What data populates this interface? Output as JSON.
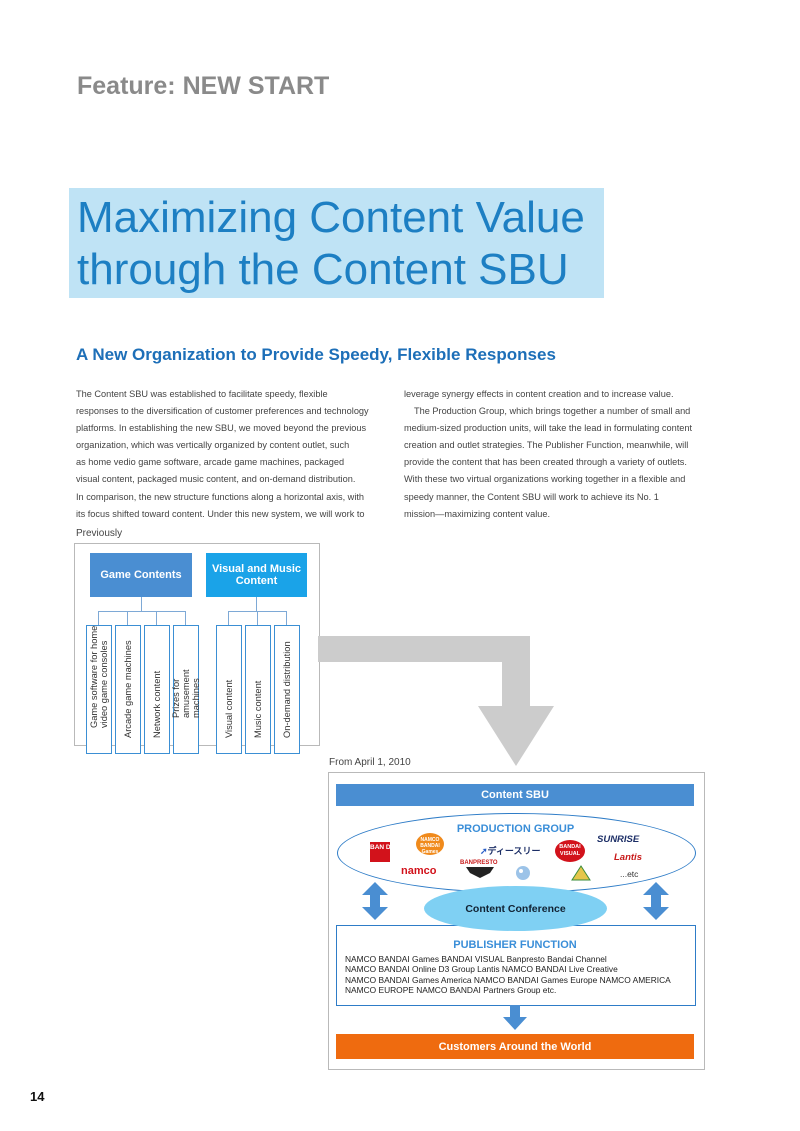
{
  "header": {
    "feature": "Feature: NEW START",
    "title_line1": "Maximizing Content Value",
    "title_line2": "through the Content SBU"
  },
  "section": {
    "subheading": "A New Organization to Provide Speedy, Flexible Responses"
  },
  "body": {
    "col1": [
      "The Content SBU was established to facilitate speedy, flexible",
      "responses to the diversification of customer preferences and technology",
      "platforms. In establishing the new SBU, we moved beyond the previous",
      "organization, which was vertically organized by content outlet, such",
      "as home vedio game software, arcade game machines, packaged",
      "visual content, packaged music content, and on-demand distribution.",
      "In comparison, the new structure functions along a horizontal axis, with",
      "its focus shifted toward content. Under this new system, we will work to"
    ],
    "col2": [
      "leverage synergy effects in content creation and to increase value.",
      "The Production Group, which brings together a number of small and",
      "medium-sized production units, will take the lead in formulating content",
      "creation and outlet strategies. The Publisher Function, meanwhile, will",
      "provide the content that has been created through a variety of outlets.",
      "With these two virtual organizations working together in a flexible and",
      "speedy manner, the Content SBU will work to achieve its No. 1",
      "mission—maximizing content value."
    ]
  },
  "diagram_prev": {
    "label": "Previously",
    "group1": "Game Contents",
    "group2": "Visual and Music Content",
    "items1": [
      "Game software for home video game consoles",
      "Arcade game machines",
      "Network content",
      "Prizes for amusement machines"
    ],
    "items2": [
      "Visual content",
      "Music content",
      "On-demand distribution"
    ]
  },
  "diagram_new": {
    "label": "From April 1, 2010",
    "sbu": "Content SBU",
    "production_title": "PRODUCTION GROUP",
    "logos": [
      "BAN DAI",
      "NAMCO BANDAI Games",
      "ディースリー",
      "BANDAI VISUAL",
      "SUNRISE",
      "Lantis",
      "namco",
      "BANPRESTO"
    ],
    "etc": "...etc",
    "conference": "Content Conference",
    "publisher_title": "PUBLISHER FUNCTION",
    "publisher_lines": [
      "NAMCO BANDAI Games  BANDAI VISUAL  Banpresto  Bandai Channel",
      "NAMCO BANDAI Online  D3 Group  Lantis  NAMCO BANDAI Live Creative",
      "NAMCO BANDAI Games America  NAMCO BANDAI Games Europe  NAMCO AMERICA",
      "NAMCO EUROPE  NAMCO BANDAI Partners Group etc."
    ],
    "customers": "Customers Around the World"
  },
  "footer": {
    "page_number": "14"
  },
  "colors": {
    "title_blue": "#1d7fc3",
    "title_bg": "#bfe3f5",
    "header_blue": "#4a8ed2",
    "orange": "#ef6b0f"
  }
}
